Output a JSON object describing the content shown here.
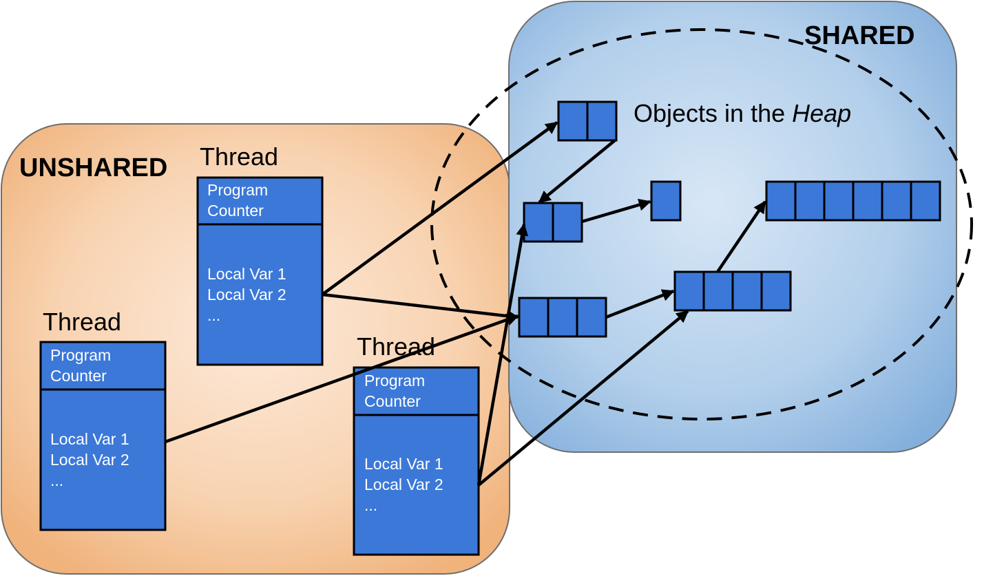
{
  "regions": {
    "unshared": {
      "label": "UNSHARED",
      "color_light": "#fde8d6",
      "color_dark": "#f0b37c"
    },
    "shared": {
      "label": "SHARED",
      "color_light": "#d6e6f5",
      "color_dark": "#83afdc"
    }
  },
  "heap": {
    "label_prefix": "Objects in the ",
    "label_emphasis": "Heap"
  },
  "threads": [
    {
      "title": "Thread",
      "program_counter_line1": "Program",
      "program_counter_line2": "Counter",
      "local_var_1": "Local Var 1",
      "local_var_2": "Local Var 2",
      "ellipsis": "..."
    },
    {
      "title": "Thread",
      "program_counter_line1": "Program",
      "program_counter_line2": "Counter",
      "local_var_1": "Local Var 1",
      "local_var_2": "Local Var 2",
      "ellipsis": "..."
    },
    {
      "title": "Thread",
      "program_counter_line1": "Program",
      "program_counter_line2": "Counter",
      "local_var_1": "Local Var 1",
      "local_var_2": "Local Var 2",
      "ellipsis": "..."
    }
  ],
  "heap_objects": [
    {
      "id": "obj-a",
      "cells": 2
    },
    {
      "id": "obj-b",
      "cells": 2
    },
    {
      "id": "obj-c",
      "cells": 1
    },
    {
      "id": "obj-d",
      "cells": 6
    },
    {
      "id": "obj-e",
      "cells": 3
    },
    {
      "id": "obj-f",
      "cells": 4
    }
  ],
  "references": [
    {
      "from": "thread-1",
      "to": "obj-a"
    },
    {
      "from": "thread-1",
      "to": "obj-e"
    },
    {
      "from": "thread-2",
      "to": "obj-e"
    },
    {
      "from": "thread-3",
      "to": "obj-b"
    },
    {
      "from": "thread-3",
      "to": "obj-f"
    },
    {
      "from": "obj-a",
      "to": "obj-b"
    },
    {
      "from": "obj-b",
      "to": "obj-c"
    },
    {
      "from": "obj-e",
      "to": "obj-f"
    },
    {
      "from": "obj-f",
      "to": "obj-d"
    }
  ],
  "colors": {
    "object_fill": "#3b78d8",
    "outline": "#000000"
  }
}
